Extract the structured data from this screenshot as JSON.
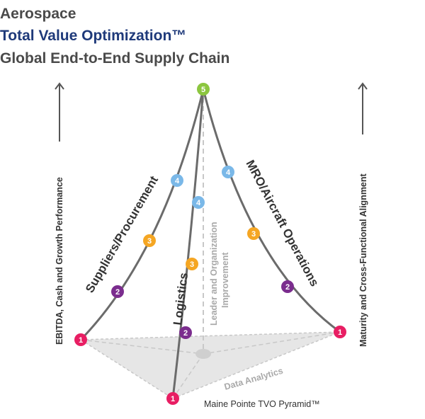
{
  "title": {
    "line1": "Aerospace",
    "line2": "Total Value Optimization™",
    "line3": "Global End-to-End Supply Chain"
  },
  "axes": {
    "left": "EBITDA, Cash and Growth Performance",
    "right": "Maturity and Cross-Functional Alignment"
  },
  "edges": {
    "suppliers": "Suppliers/Procurement",
    "logistics": "Logistics",
    "mro": "MRO/Aircraft Operations",
    "center_line1": "Leader and Organization",
    "center_line2": "Improvement",
    "base": "Data Analytics"
  },
  "caption": "Maine Pointe TVO Pyramid™",
  "levels": {
    "l1": "1",
    "l2": "2",
    "l3": "3",
    "l4": "4",
    "l5": "5"
  },
  "colors": {
    "level1": "#e81e63",
    "level2": "#7b2d8e",
    "level3": "#f5a623",
    "level4": "#7ab8e8",
    "level5": "#8cc63f",
    "line": "#6b6b6b",
    "dashed": "#c8c8c8",
    "base_fill": "#e6e6e6",
    "title_blue": "#1f3a7a",
    "title_gray": "#4a4a4a"
  }
}
